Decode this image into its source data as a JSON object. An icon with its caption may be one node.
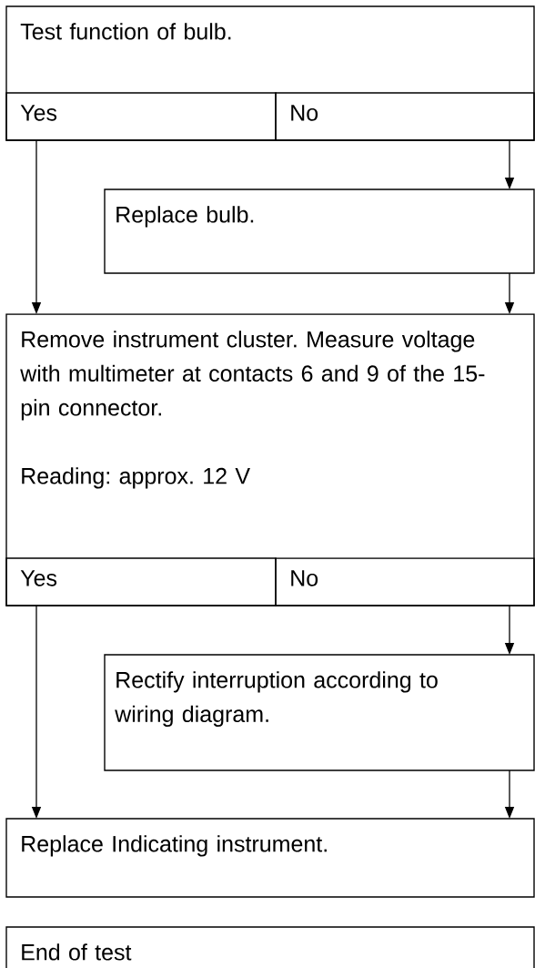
{
  "diagram": {
    "nodes": [
      {
        "text": [
          "Test function of bulb."
        ]
      },
      {
        "text": [
          "Yes"
        ],
        "in": 0
      },
      {
        "text": [
          "No"
        ],
        "in": 0
      },
      {
        "text": [
          "Replace bulb."
        ]
      },
      {
        "text": [
          "Remove instrument cluster. Measure voltage with multimeter at contacts 6 and 9 of the 15-pin connector.",
          "Reading: approx. 12 V"
        ]
      },
      {
        "text": [
          "Yes"
        ],
        "in": 4
      },
      {
        "text": [
          "No"
        ],
        "in": 4
      },
      {
        "text": [
          "Rectify interruption according to wiring diagram."
        ]
      },
      {
        "text": [
          "Replace Indicating instrument."
        ]
      },
      {
        "text": [
          "End of test"
        ]
      }
    ],
    "edges": [
      {
        "from": 1,
        "to": 4,
        "arrow": "to"
      },
      {
        "from": 2,
        "to": 3,
        "arrow": "to"
      },
      {
        "from": 3,
        "to": 4,
        "arrow": "to"
      },
      {
        "from": 5,
        "to": 8,
        "arrow": "to"
      },
      {
        "from": 6,
        "to": 7,
        "arrow": "to"
      },
      {
        "from": 7,
        "to": 8,
        "arrow": "to"
      }
    ]
  }
}
